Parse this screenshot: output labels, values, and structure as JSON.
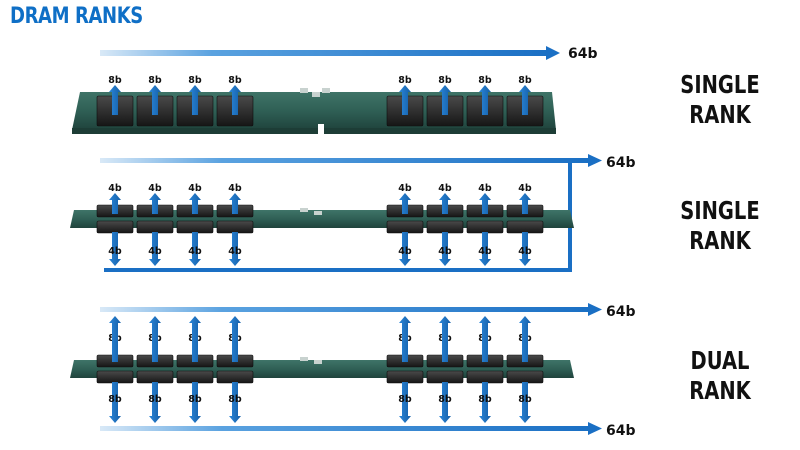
{
  "title": "DRAM RANKS",
  "colors": {
    "title": "#0f6fc6",
    "bus": "#1a76c8",
    "arrow": "#1f6fbe",
    "pcb": "#2f5f55",
    "chip": "#2b2b2b",
    "text": "#111111"
  },
  "modules": [
    {
      "label_line1": "SINGLE",
      "label_line2": "RANK",
      "bus_width_label": "64b",
      "top_lane_label": "8b",
      "bottom_lane_label": "",
      "chip_count": 8,
      "double_sided": false
    },
    {
      "label_line1": "SINGLE",
      "label_line2": "RANK",
      "bus_width_label": "64b",
      "top_lane_label": "4b",
      "bottom_lane_label": "4b",
      "chip_count": 16,
      "double_sided": true
    },
    {
      "label_line1": "DUAL",
      "label_line2": "RANK",
      "bus_width_label": "64b",
      "bottom_bus_width_label": "64b",
      "top_lane_label": "8b",
      "bottom_lane_label": "8b",
      "chip_count": 16,
      "double_sided": true
    }
  ]
}
